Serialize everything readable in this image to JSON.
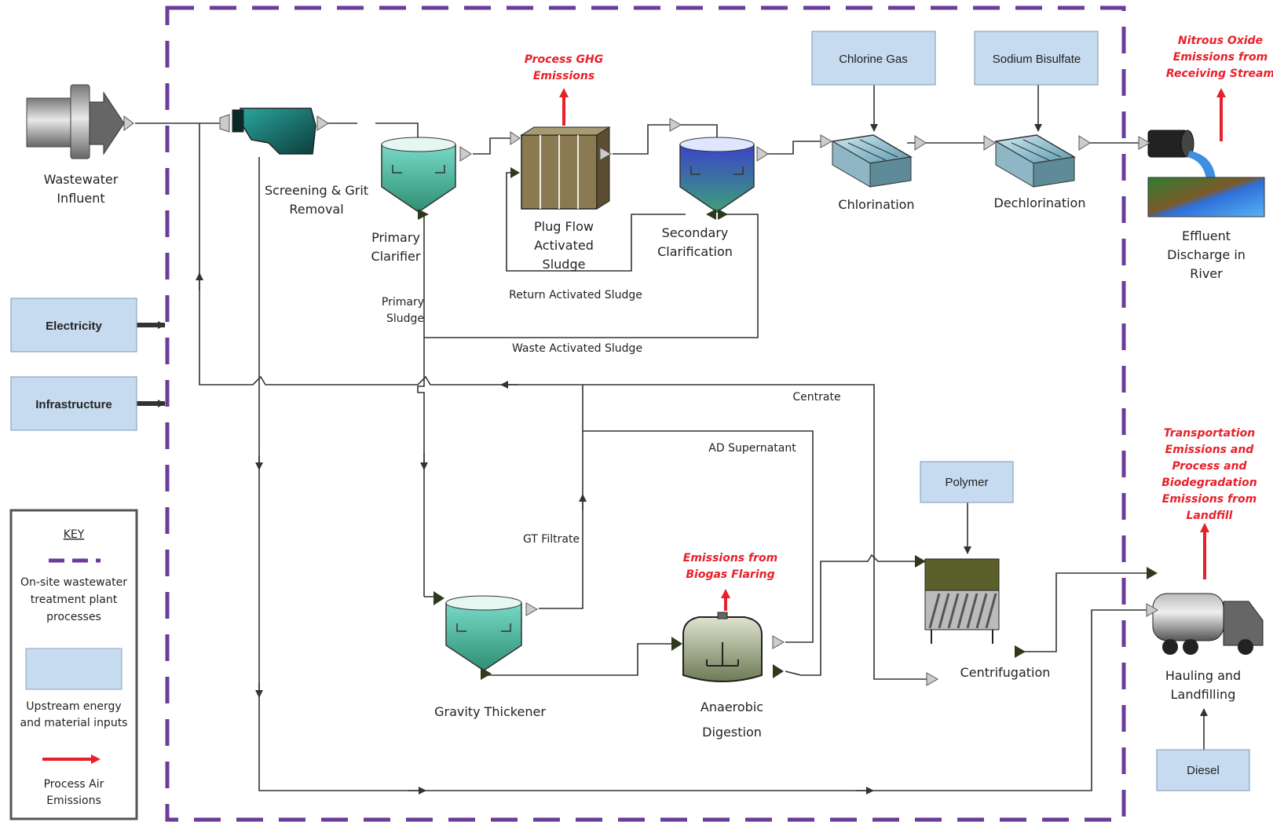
{
  "inputs": {
    "electricity": "Electricity",
    "infrastructure": "Infrastructure",
    "chlorine_gas": "Chlorine Gas",
    "sodium_bisulfate": "Sodium Bisulfate",
    "polymer": "Polymer",
    "diesel": "Diesel"
  },
  "processes": {
    "influent": [
      "Wastewater",
      "Influent"
    ],
    "screening": [
      "Screening & Grit",
      "Removal"
    ],
    "primary_clarifier": [
      "Primary",
      "Clarifier"
    ],
    "plug_flow": [
      "Plug Flow",
      "Activated",
      "Sludge"
    ],
    "secondary": [
      "Secondary",
      "Clarification"
    ],
    "chlorination": "Chlorination",
    "dechlorination": "Dechlorination",
    "effluent": [
      "Effluent",
      "Discharge in",
      "River"
    ],
    "gravity_thickener": "Gravity Thickener",
    "anaerobic": [
      "Anaerobic",
      "Digestion"
    ],
    "centrifugation": "Centrifugation",
    "hauling": [
      "Hauling and",
      "Landfilling"
    ]
  },
  "streams": {
    "primary_sludge": [
      "Primary",
      "Sludge"
    ],
    "ras": "Return Activated Sludge",
    "was": "Waste Activated Sludge",
    "centrate": "Centrate",
    "ad_supernatant": "AD Supernatant",
    "gt_filtrate": "GT Filtrate"
  },
  "emissions": {
    "process_ghg": [
      "Process GHG",
      "Emissions"
    ],
    "nitrous_oxide": [
      "Nitrous Oxide",
      "Emissions from",
      "Receiving Stream"
    ],
    "biogas": [
      "Emissions from",
      "Biogas Flaring"
    ],
    "transport": [
      "Transportation",
      "Emissions and",
      "Process and",
      "Biodegradation",
      "Emissions from",
      "Landfill"
    ]
  },
  "key": {
    "title": "KEY",
    "boundary": [
      "On-site wastewater",
      "treatment plant",
      "processes"
    ],
    "upstream": [
      "Upstream energy",
      "and material inputs"
    ],
    "air": [
      "Process Air",
      "Emissions"
    ]
  },
  "colors": {
    "boundary": "#6a3d9a",
    "input_box": "#c6dbef",
    "emission_arrow": "#e8202a",
    "flow_line": "#333333"
  }
}
